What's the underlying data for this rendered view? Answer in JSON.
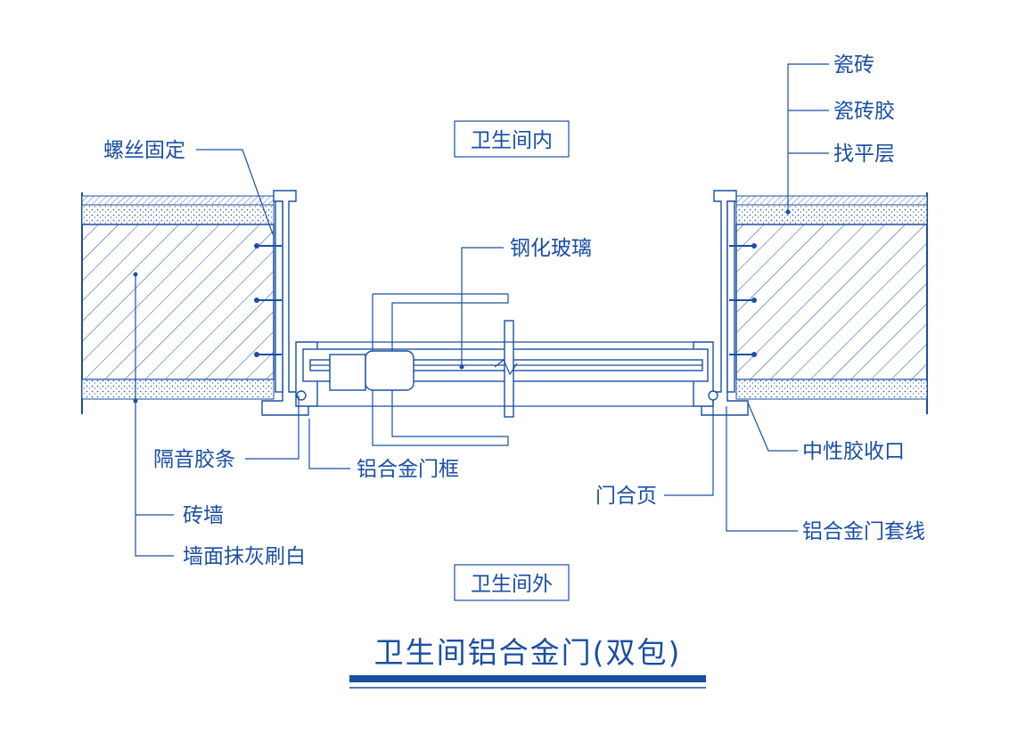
{
  "title": "卫生间铝合金门(双包)",
  "zones": {
    "inside": "卫生间内",
    "outside": "卫生间外"
  },
  "labels": {
    "screw_fix": "螺丝固定",
    "tile": "瓷砖",
    "tile_glue": "瓷砖胶",
    "leveling_layer": "找平层",
    "tempered_glass": "钢化玻璃",
    "sound_strip": "隔音胶条",
    "door_frame": "铝合金门框",
    "hinge": "门合页",
    "neutral_sealant": "中性胶收口",
    "brick_wall": "砖墙",
    "wall_plaster": "墙面抹灰刷白",
    "door_casing": "铝合金门套线"
  },
  "colors": {
    "line": "#1a4fa3",
    "title_bar": "#1a4fa3",
    "background": "#ffffff"
  }
}
